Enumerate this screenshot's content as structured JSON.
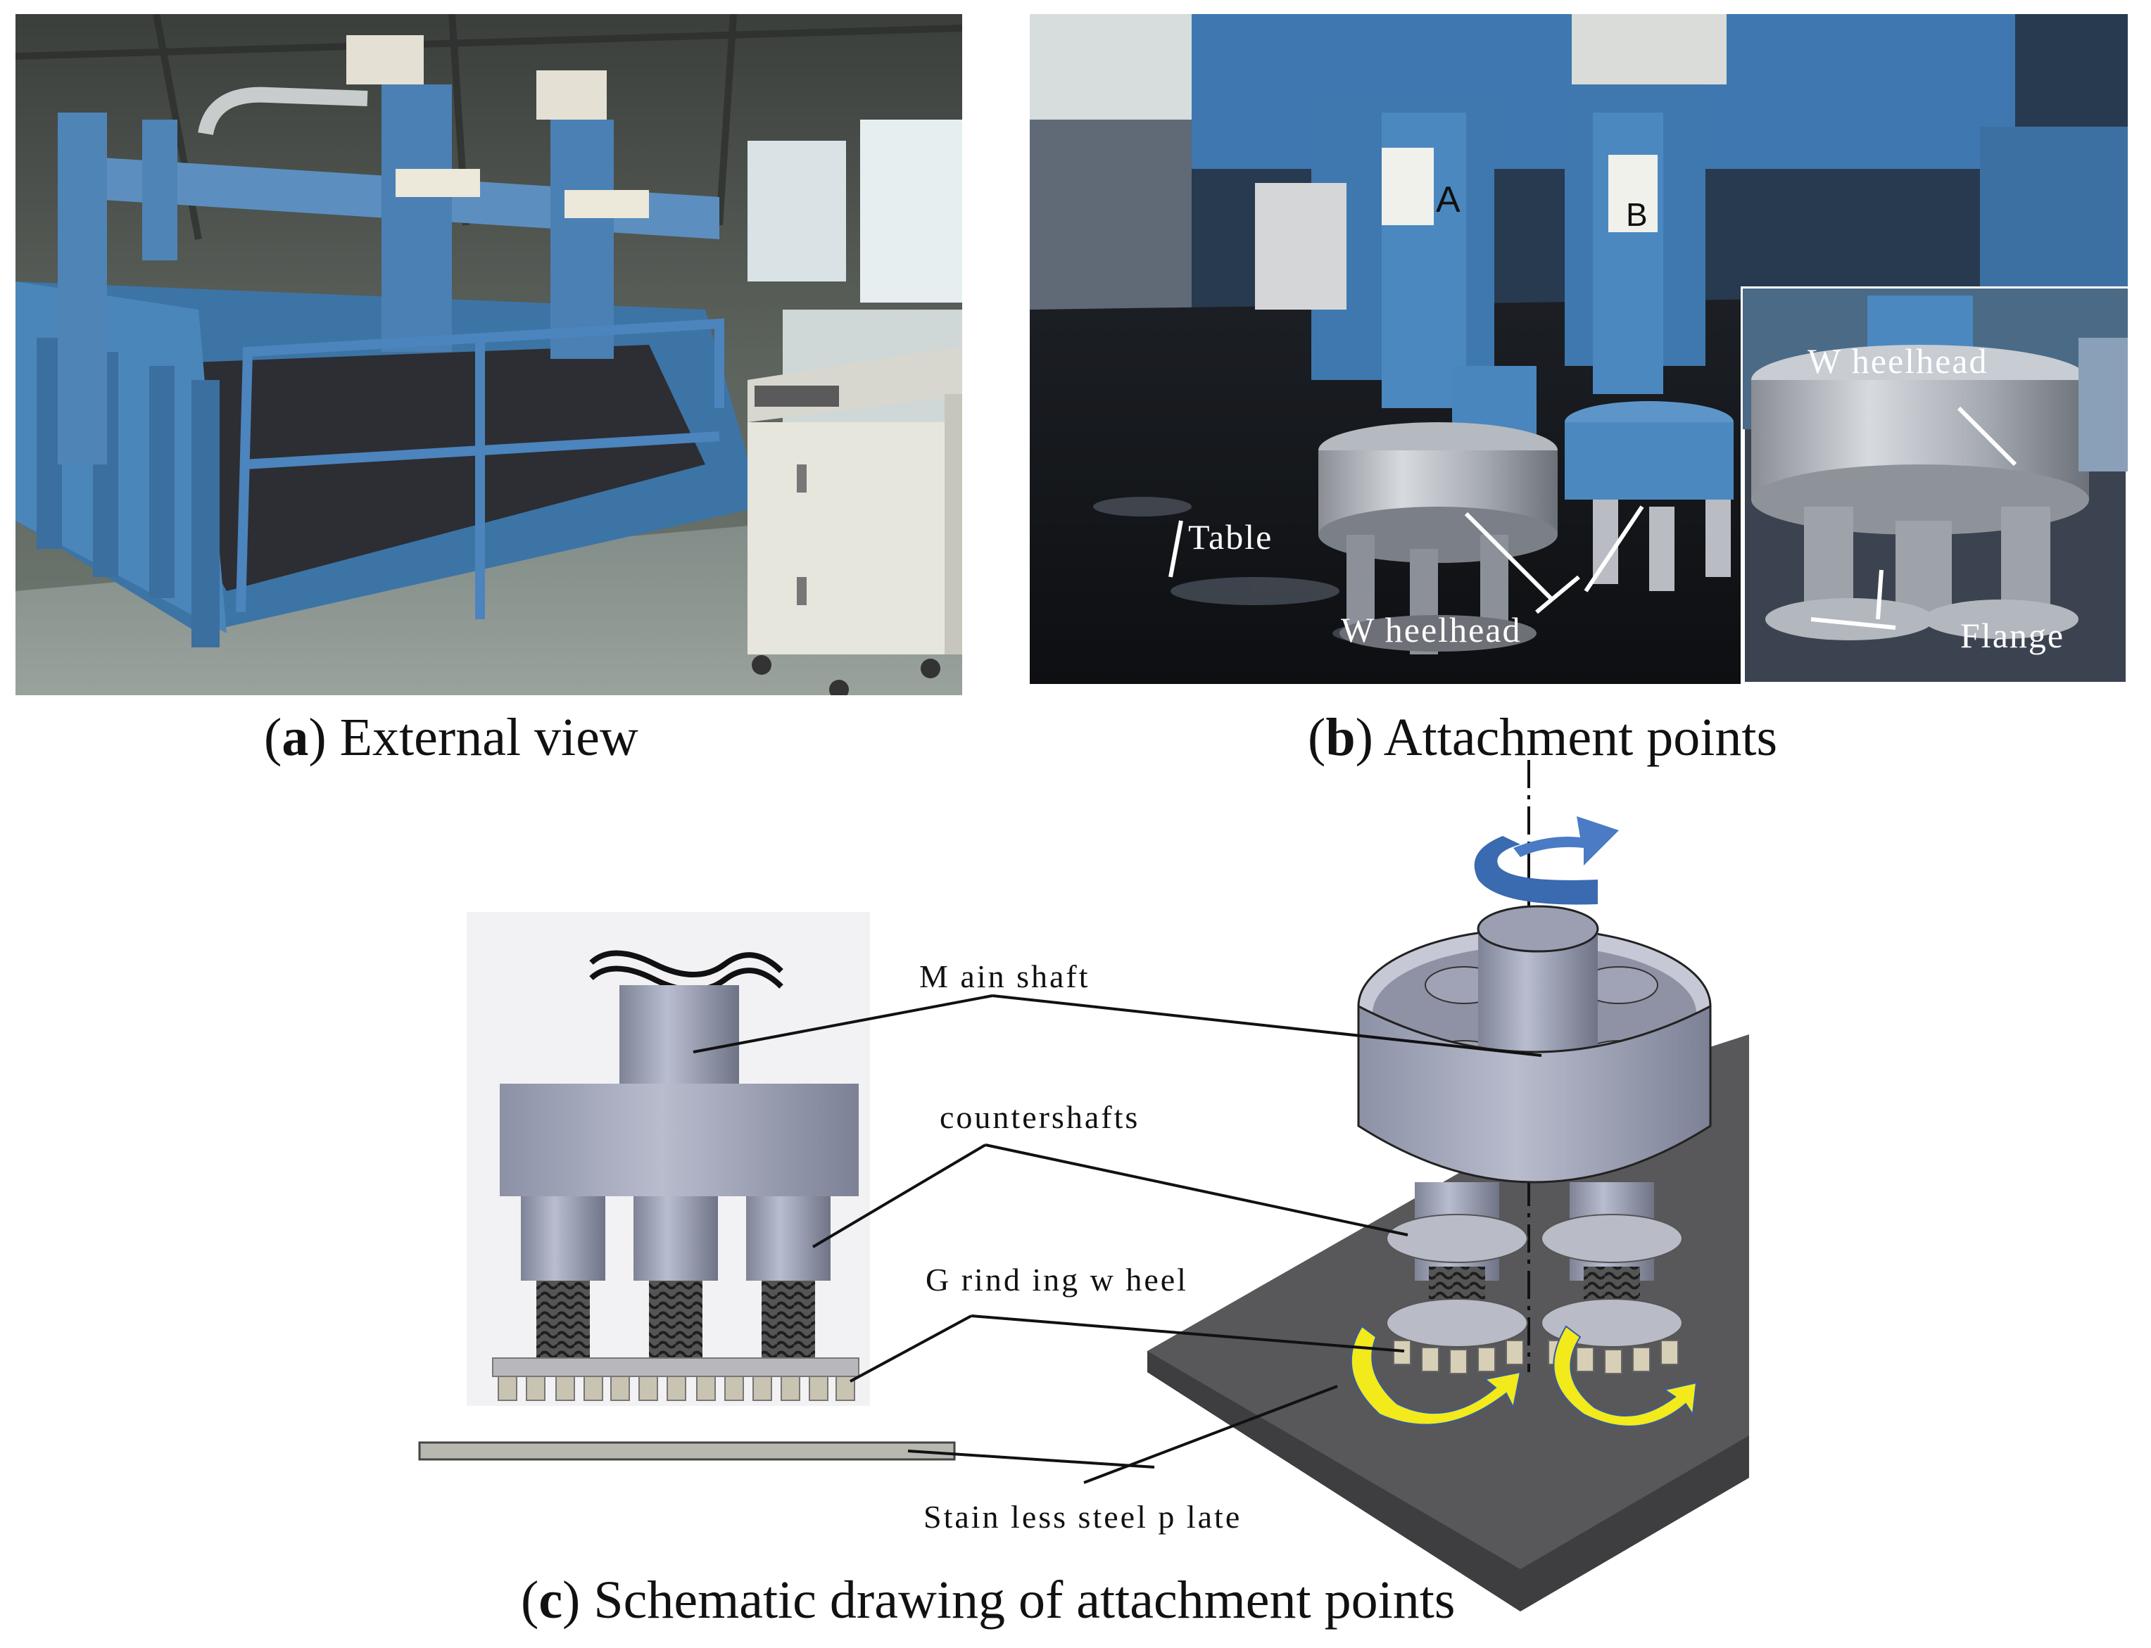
{
  "figure": {
    "panel_a": {
      "caption_letter": "a",
      "caption_text": "External view"
    },
    "panel_b": {
      "caption_letter": "b",
      "caption_text": "Attachment points",
      "labels": {
        "table": "Table",
        "wheelhead_main": "W heelhead",
        "wheelhead_inset": "W heelhead",
        "flange": "Flange",
        "head_a": "A",
        "head_b": "B"
      }
    },
    "panel_c": {
      "caption_letter": "c",
      "caption_text": "Schematic drawing of attachment points",
      "labels": {
        "main_shaft": "M ain shaft",
        "countershafts": "countershafts",
        "grinding_wheel": "G rind ing w heel",
        "plate": "Stain less steel p late"
      }
    }
  },
  "colors": {
    "machine_blue": "#4a7fae",
    "steel_gray": "#9aa3b8",
    "plate_dark": "#5a5a5c",
    "rotation_arrow": "#3a6ab0",
    "motion_arrow": "#f2ea1a"
  }
}
